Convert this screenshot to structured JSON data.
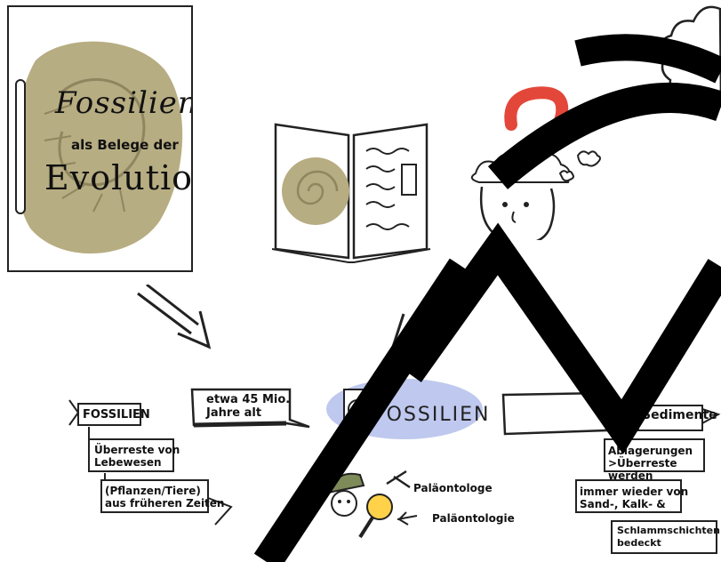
{
  "cover": {
    "title_line1": "Fossilien",
    "title_line2": "als Belege der",
    "title_line3": "Evolution"
  },
  "bubble_left": {
    "line1": "etwa 45 Mio.",
    "line2": "Jahre alt"
  },
  "center_word": "FOSSILIEN",
  "left_panel": {
    "tag": "FOSSILIEN",
    "banner1_line1": "Überreste von",
    "banner1_line2": "Lebewesen",
    "banner2_line1": "(Pflanzen/Tiere)",
    "banner2_line2": "aus früheren Zeiten"
  },
  "paleo": {
    "label1": "Paläontologe",
    "label2": "Paläontologie"
  },
  "right_panel": {
    "tag": "Sedimente",
    "banner1_line1": "Ablagerungen",
    "banner1_line2": ">Überreste werden",
    "banner2_line1": "immer wieder von",
    "banner2_line2": "Sand-, Kalk- &",
    "banner3_line1": "Schlammschichten",
    "banner3_line2": "bedeckt"
  },
  "colors": {
    "shell": "#b7ad82",
    "shell_dark": "#8f8660",
    "question": "#e3473a",
    "highlight": "#aab6e8",
    "watermark": "#000000"
  }
}
